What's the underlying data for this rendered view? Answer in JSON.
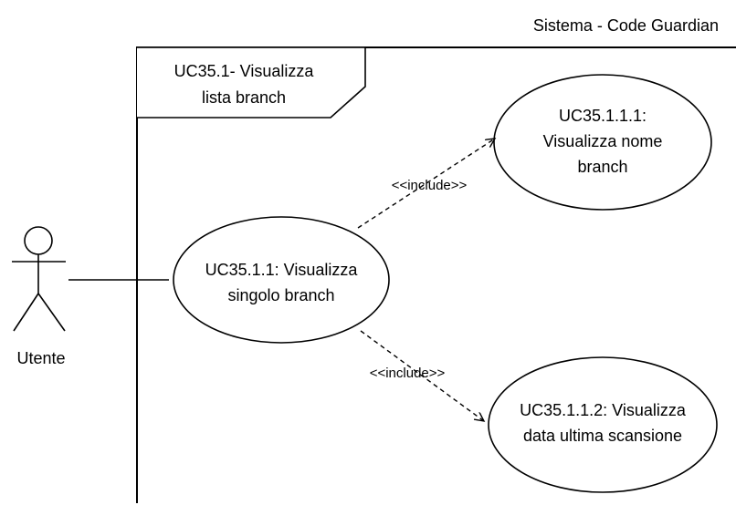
{
  "system": {
    "title": "Sistema - Code Guardian",
    "frame_label": [
      "UC35.1- Visualizza",
      "lista branch"
    ]
  },
  "actor": {
    "name": "Utente"
  },
  "use_cases": {
    "main": [
      "UC35.1.1: Visualizza",
      "singolo branch"
    ],
    "name": [
      "UC35.1.1.1:",
      "Visualizza nome",
      "branch"
    ],
    "date": [
      "UC35.1.1.2: Visualizza",
      "data ultima scansione"
    ]
  },
  "relations": {
    "include_top": "<<include>>",
    "include_bottom": "<<include>>"
  },
  "colors": {
    "stroke": "#000000",
    "background": "#ffffff"
  }
}
